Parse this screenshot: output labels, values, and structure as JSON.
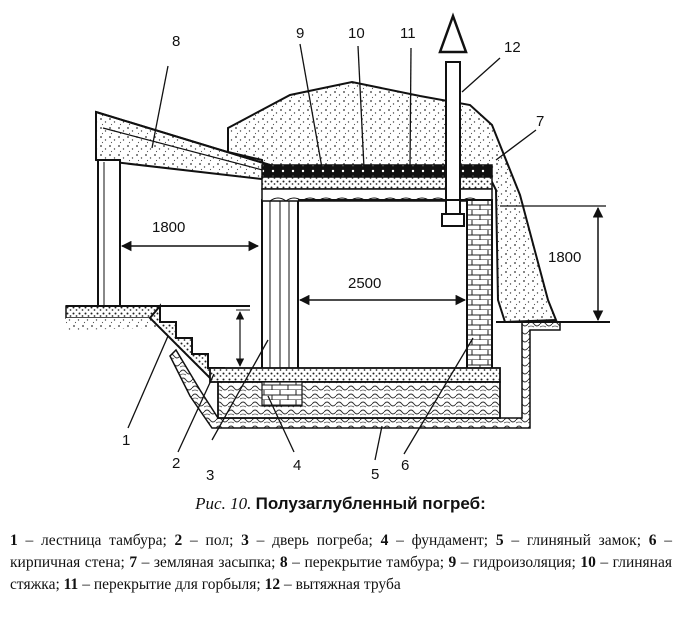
{
  "diagram": {
    "callouts": {
      "c1": "1",
      "c2": "2",
      "c3": "3",
      "c4": "4",
      "c5": "5",
      "c6": "6",
      "c7": "7",
      "c8": "8",
      "c9": "9",
      "c10": "10",
      "c11": "11",
      "c12": "12"
    },
    "dimensions": {
      "tambur_height": "1800",
      "cellar_width": "2500",
      "cellar_height": "1800"
    }
  },
  "caption": {
    "figure": "Рис. 10.",
    "title": "Полузаглубленный погреб:"
  },
  "legend": [
    {
      "num": "1",
      "text": " – лестница тамбура; "
    },
    {
      "num": "2",
      "text": " – пол; "
    },
    {
      "num": "3",
      "text": " – дверь погреба; "
    },
    {
      "num": "4",
      "text": " – фундамент; "
    },
    {
      "num": "5",
      "text": " – глиняный замок; "
    },
    {
      "num": "6",
      "text": " – кирпичная стена; "
    },
    {
      "num": "7",
      "text": " – земляная засыпка; "
    },
    {
      "num": "8",
      "text": " – перекрытие тамбура; "
    },
    {
      "num": "9",
      "text": " – гидроизоляция; "
    },
    {
      "num": "10",
      "text": " – глиняная стяжка; "
    },
    {
      "num": "11",
      "text": " – перекрытие для горбыля; "
    },
    {
      "num": "12",
      "text": " – вытяжная труба"
    }
  ]
}
